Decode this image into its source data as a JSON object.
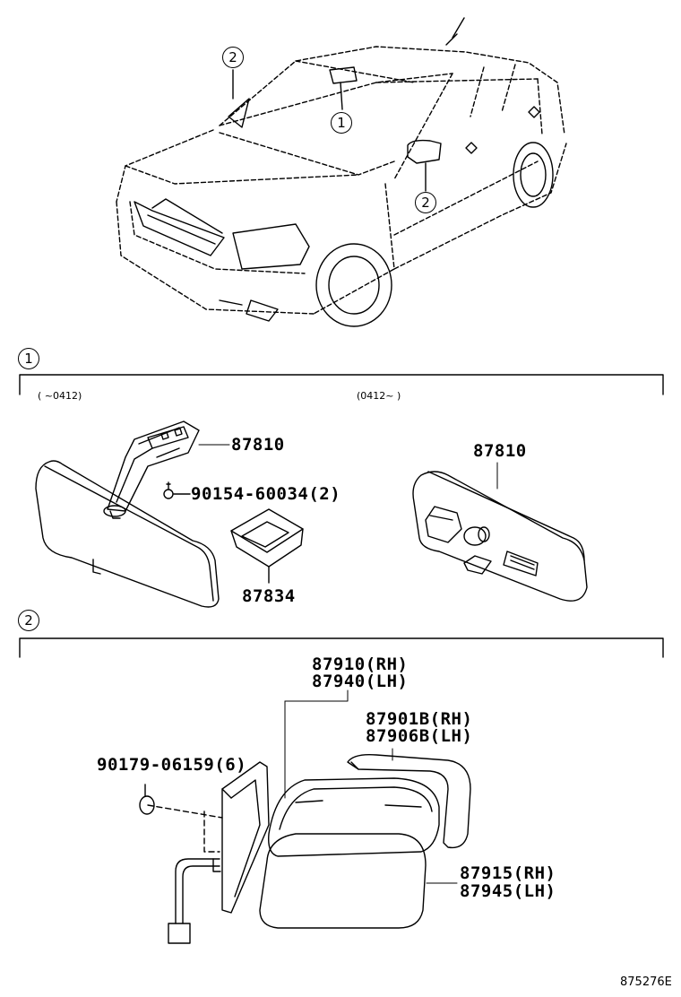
{
  "callouts": {
    "c1": "1",
    "c2": "2"
  },
  "section1": {
    "period_left": "(        ~0412)",
    "period_right": "(0412~        )",
    "part_bracket_left": "87810",
    "part_bolt": "90154-60034(2)",
    "part_cover": "87834",
    "part_bracket_right": "87810"
  },
  "section2": {
    "mirror_assy_rh": "87910(RH)",
    "mirror_assy_lh": "87940(LH)",
    "mirror_glass_rh": "87901B(RH)",
    "mirror_glass_lh": "87906B(LH)",
    "screw": "90179-06159(6)",
    "cover_rh": "87915(RH)",
    "cover_lh": "87945(LH)"
  },
  "figure_code": "875276E"
}
